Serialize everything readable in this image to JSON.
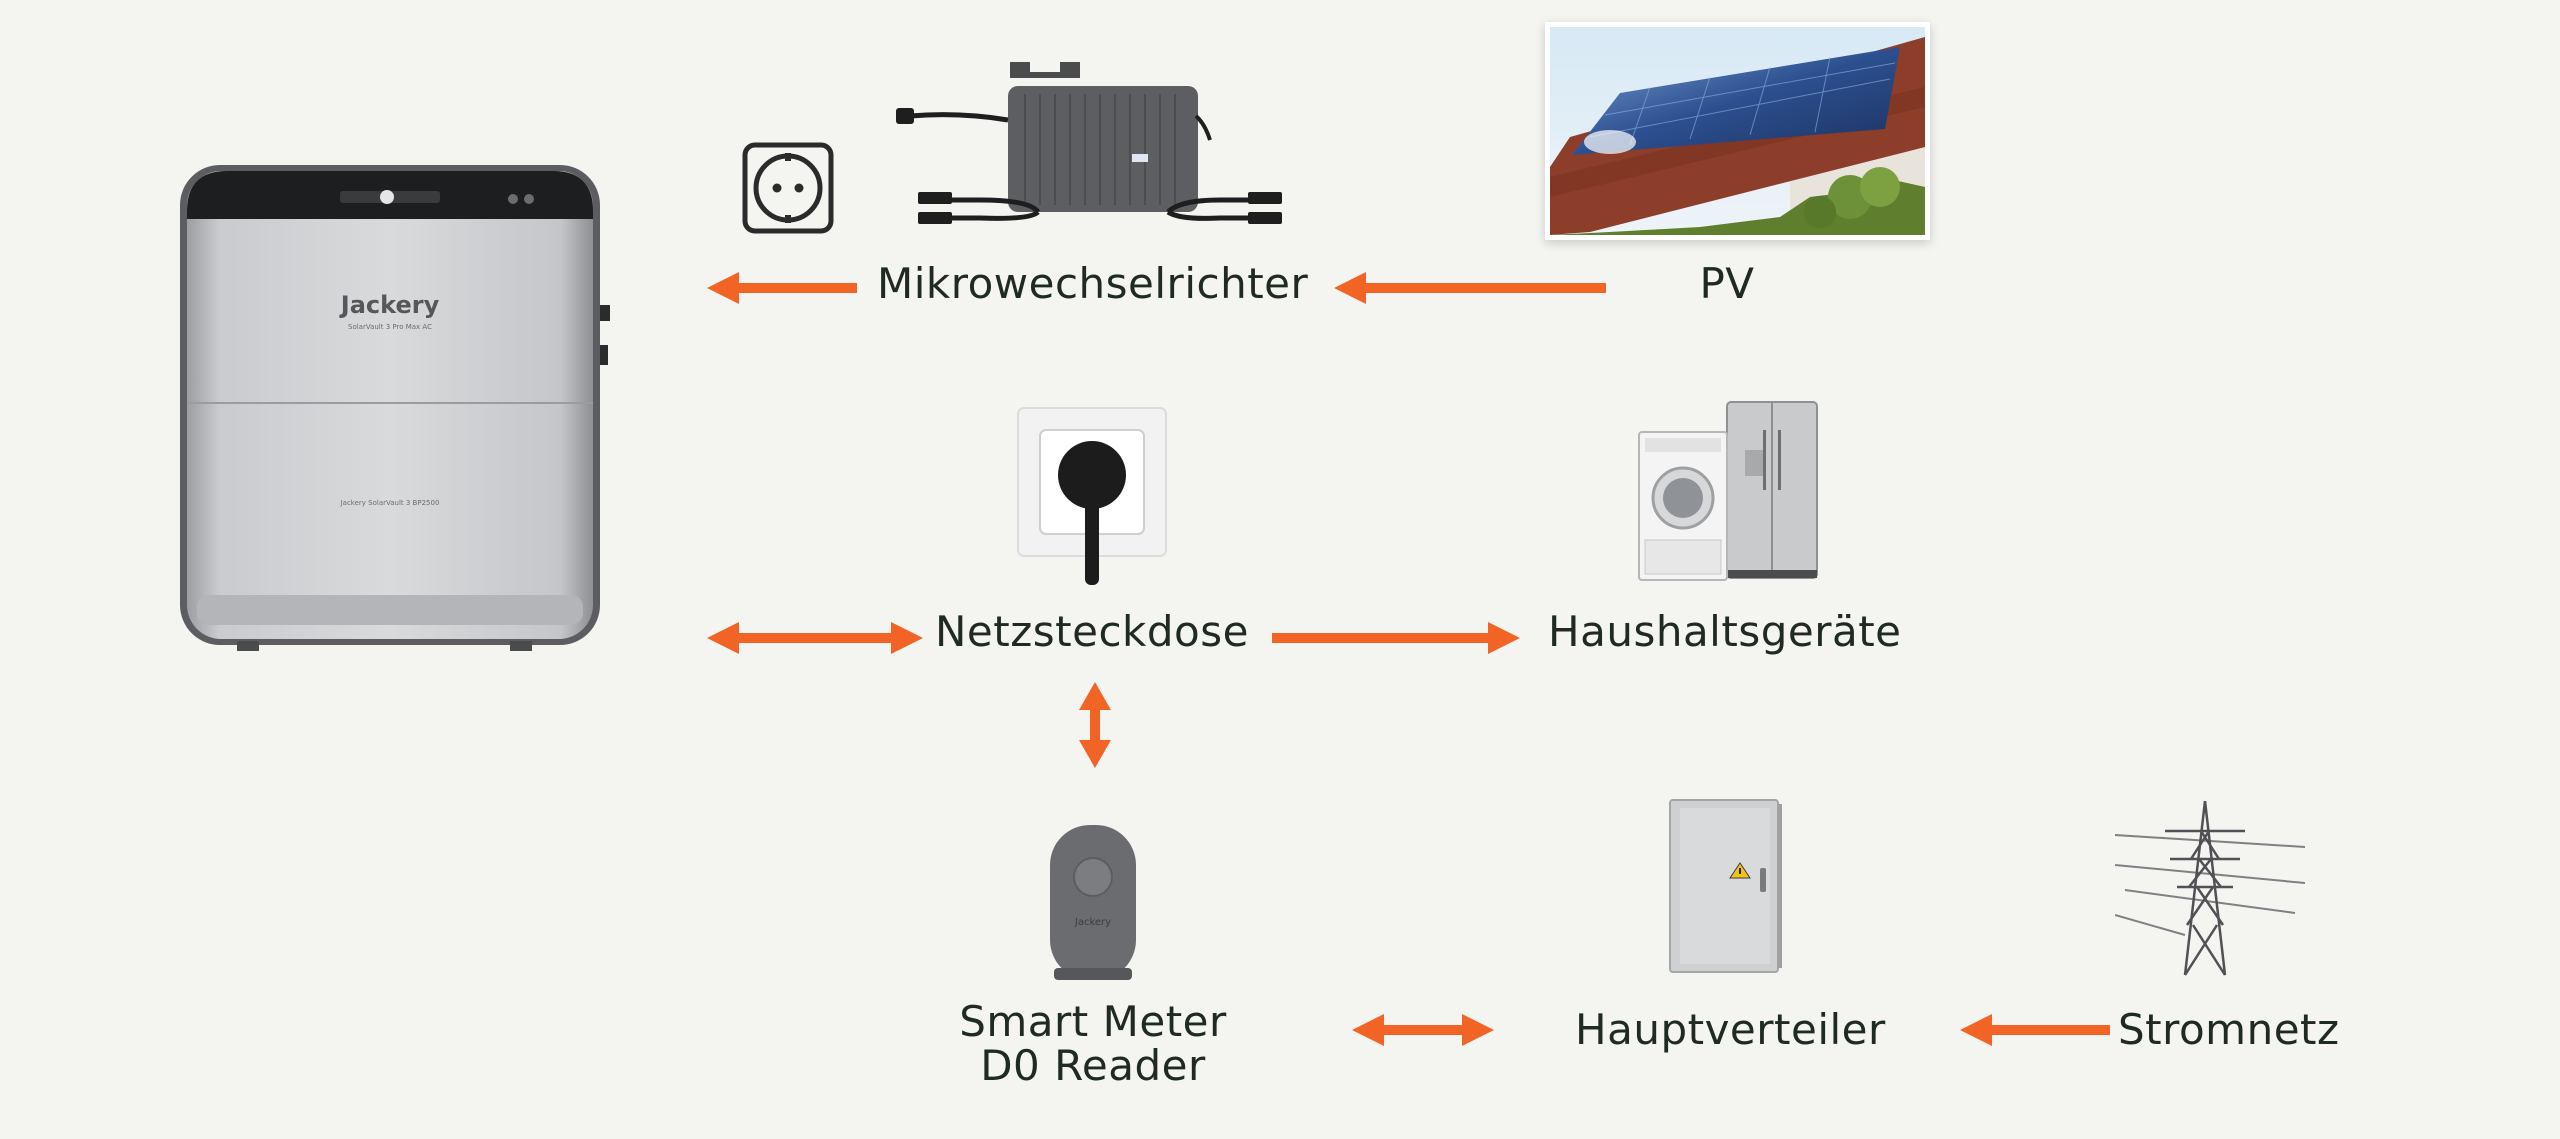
{
  "colors": {
    "arrow": "#f26426",
    "text": "#1f2a22",
    "background": "#f4f4f0"
  },
  "nodes": {
    "battery": {
      "brand": "Jackery",
      "model_top": "SolarVault 3 Pro Max AC",
      "model_bottom": "Jackery SolarVault 3 BP2500"
    },
    "socket_icon": "power-socket-icon",
    "micro_inverter": {
      "label": "Mikrowechselrichter"
    },
    "pv": {
      "label": "PV"
    },
    "grid_socket": {
      "label": "Netzsteckdose"
    },
    "appliances": {
      "label": "Haushaltsgeräte"
    },
    "smart_meter": {
      "label_line1": "Smart Meter",
      "label_line2": "D0 Reader",
      "brand": "Jackery"
    },
    "main_distributor": {
      "label": "Hauptverteiler"
    },
    "grid": {
      "label": "Stromnetz"
    }
  },
  "edges": [
    {
      "from": "pv",
      "to": "micro_inverter",
      "direction": "left"
    },
    {
      "from": "micro_inverter",
      "to": "battery",
      "direction": "left"
    },
    {
      "from": "battery",
      "to": "grid_socket",
      "direction": "both"
    },
    {
      "from": "grid_socket",
      "to": "appliances",
      "direction": "right"
    },
    {
      "from": "grid_socket",
      "to": "smart_meter",
      "direction": "both"
    },
    {
      "from": "smart_meter",
      "to": "main_distributor",
      "direction": "both"
    },
    {
      "from": "grid",
      "to": "main_distributor",
      "direction": "left"
    }
  ]
}
